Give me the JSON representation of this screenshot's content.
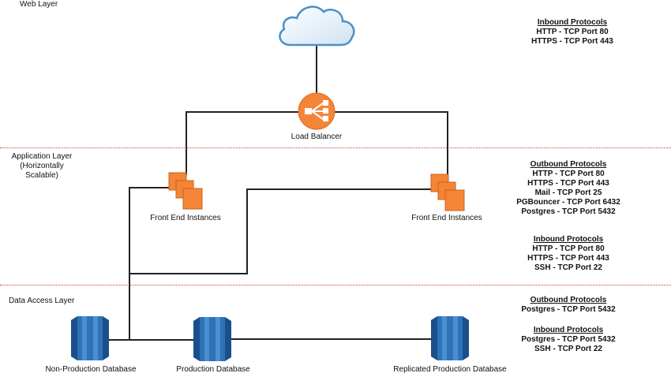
{
  "layers": {
    "web": "Web Layer",
    "application": "Application Layer",
    "application_sub": "(Horizontally Scalable)",
    "data_access": "Data Access Layer"
  },
  "nodes": {
    "load_balancer": "Load Balancer",
    "front_end_left": "Front End Instances",
    "front_end_right": "Front End Instances",
    "db_nonprod": "Non-Production Database",
    "db_prod": "Production Database",
    "db_replica": "Replicated Production Database"
  },
  "protocols": {
    "web_inbound": {
      "heading": "Inbound Protocols",
      "items": [
        "HTTP - TCP Port 80",
        "HTTPS - TCP Port 443"
      ]
    },
    "app_outbound": {
      "heading": "Outbound Protocols",
      "items": [
        "HTTP - TCP Port 80",
        "HTTPS - TCP Port 443",
        "Mail - TCP Port 25",
        "PGBouncer - TCP Port 6432",
        "Postgres - TCP Port 5432"
      ]
    },
    "app_inbound": {
      "heading": "Inbound Protocols",
      "items": [
        "HTTP - TCP Port 80",
        "HTTPS - TCP Port 443",
        "SSH - TCP Port 22"
      ]
    },
    "data_outbound": {
      "heading": "Outbound Protocols",
      "items": [
        "Postgres - TCP Port 5432"
      ]
    },
    "data_inbound": {
      "heading": "Inbound Protocols",
      "items": [
        "Postgres - TCP Port 5432",
        "SSH - TCP Port 22"
      ]
    }
  },
  "colors": {
    "divider": "#e0332f",
    "aws_orange": "#f58536",
    "db_blue": "#2e73b8",
    "db_dark": "#1a4f8a",
    "cloud_blue": "#5fa8d8"
  },
  "icons": {
    "cloud": "cloud-icon",
    "load_balancer": "load-balancer-icon",
    "instances": "ec2-instances-icon",
    "database": "rds-database-icon"
  }
}
